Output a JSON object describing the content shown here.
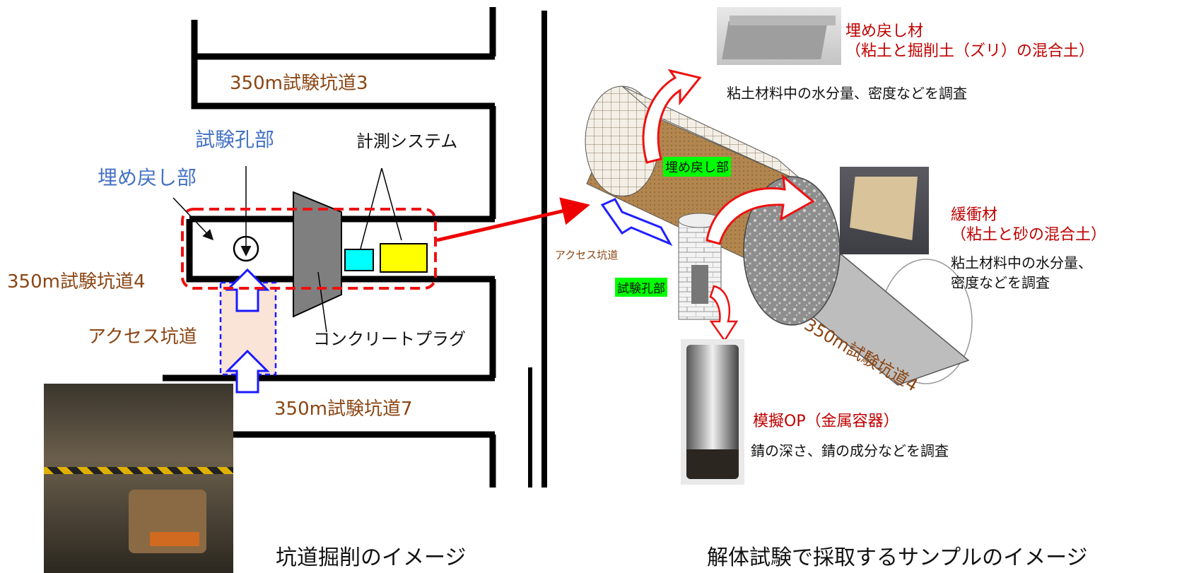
{
  "left_diagram": {
    "tunnel_3": "350m試験坑道3",
    "tunnel_4": "350m試験坑道4",
    "tunnel_7": "350m試験坑道7",
    "test_hole": "試験孔部",
    "backfill": "埋め戻し部",
    "measurement": "計測システム",
    "access_tunnel": "アクセス坑道",
    "concrete_plug": "コンクリートプラグ",
    "caption": "坑道掘削のイメージ"
  },
  "right_diagram": {
    "backfill_material_title": "埋め戻し材",
    "backfill_material_sub": "（粘土と掘削土（ズリ）の混合土）",
    "backfill_material_desc": "粘土材料中の水分量、密度などを調査",
    "backfill_part": "埋め戻し部",
    "access_tunnel": "アクセス坑道",
    "test_hole": "試験孔部",
    "buffer_title": "緩衝材",
    "buffer_sub": "（粘土と砂の混合土）",
    "buffer_desc_1": "粘土材料中の水分量、",
    "buffer_desc_2": "密度などを調査",
    "tunnel_4": "350m試験坑道4",
    "overpack_title": "模擬OP（金属容器）",
    "overpack_desc": "錆の深さ、錆の成分などを調査",
    "caption": "解体試験で採取するサンプルのイメージ"
  },
  "colors": {
    "brown_text": "#8b4513",
    "blue_text": "#4472c4",
    "red_text": "#c00000",
    "dashed_red": "#ee1111",
    "dashed_blue": "#1a1aff",
    "cyan_box": "#00ffff",
    "yellow_box": "#ffff00",
    "plug_gray": "#808080",
    "highlight_green": "#00ff00"
  }
}
